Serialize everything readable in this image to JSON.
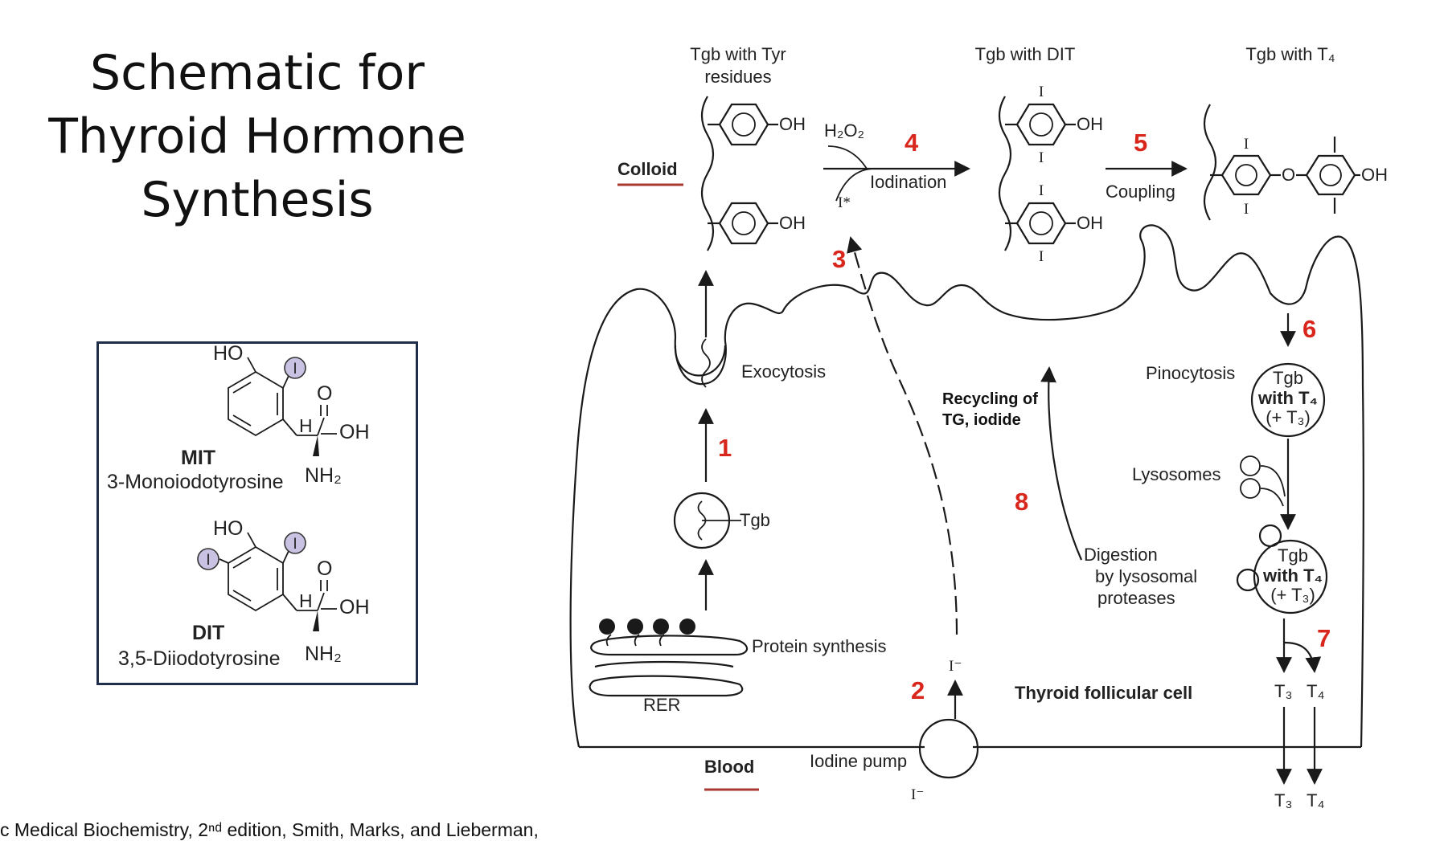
{
  "title": {
    "line1": "Schematic for",
    "line2": "Thyroid Hormone",
    "line3": "Synthesis"
  },
  "chem_box": {
    "mit": {
      "abbr": "MIT",
      "name": "3-Monoiodotyrosine"
    },
    "dit": {
      "abbr": "DIT",
      "name": "3,5-Diiodotyrosine"
    },
    "atoms": {
      "ho": "HO",
      "o": "O",
      "oh": "OH",
      "h": "H",
      "nh2": "NH₂",
      "iodine": "I"
    }
  },
  "diagram": {
    "headers": {
      "tgb_tyr_1": "Tgb with Tyr",
      "tgb_tyr_2": "residues",
      "tgb_dit": "Tgb with DIT",
      "tgb_t4": "Tgb with T₄"
    },
    "colloid": "Colloid",
    "blood": "Blood",
    "h2o2": "H₂O₂",
    "iodination": "Iodination",
    "coupling": "Coupling",
    "i_star": "I*",
    "iodide": "I⁻",
    "oh": "OH",
    "o": "O",
    "i": "I",
    "exocytosis": "Exocytosis",
    "tgb": "Tgb",
    "protein_synthesis": "Protein synthesis",
    "rer": "RER",
    "recycling_1": "Recycling of",
    "recycling_2": "TG, iodide",
    "pinocytosis": "Pinocytosis",
    "vesicle_line1": "Tgb",
    "vesicle_line2": "with T₄",
    "vesicle_line3": "(+ T₃)",
    "lysosomes": "Lysosomes",
    "digestion_1": "Digestion",
    "digestion_2": "by lysosomal",
    "digestion_3": "proteases",
    "iodine_pump": "Iodine pump",
    "cell_label": "Thyroid follicular cell",
    "t3": "T₃",
    "t4": "T₄",
    "steps": [
      "1",
      "2",
      "3",
      "4",
      "5",
      "6",
      "7",
      "8"
    ]
  },
  "citation": "c Medical Biochemistry, 2ⁿᵈ edition, Smith, Marks, and Lieberman,",
  "colors": {
    "step_red": "#d9261c",
    "underline_red": "#a83a32",
    "iodine_fill": "#c9c2e3",
    "panel_border": "#1f2f4a"
  }
}
